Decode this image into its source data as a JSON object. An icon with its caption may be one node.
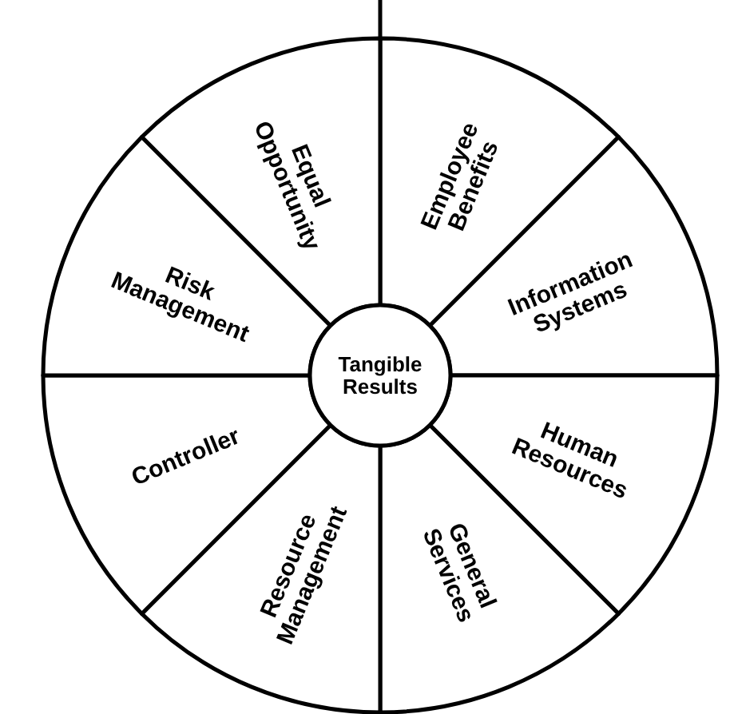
{
  "diagram": {
    "nodes": [
      {
        "text": [
          "Employee Benefits"
        ]
      },
      {
        "text": [
          "Information Systems"
        ]
      },
      {
        "text": [
          "Human Resources"
        ]
      },
      {
        "text": [
          "General Services"
        ]
      },
      {
        "text": [
          "Resource Management"
        ]
      },
      {
        "text": [
          "Controller"
        ]
      },
      {
        "text": [
          "Risk Management"
        ]
      },
      {
        "text": [
          "Equal Opportunity"
        ]
      },
      {
        "text": [
          "Tangible Results"
        ]
      }
    ]
  }
}
